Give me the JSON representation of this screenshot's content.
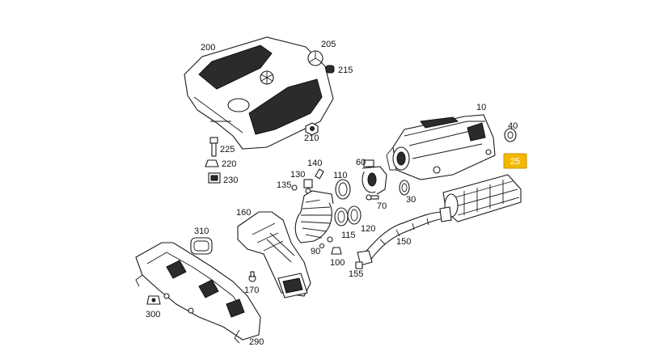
{
  "diagram": {
    "highlight_label": "25",
    "labels": {
      "p10": "10",
      "p25": "25",
      "p30": "30",
      "p40": "40",
      "p60": "60",
      "p70": "70",
      "p90": "90",
      "p100": "100",
      "p110": "110",
      "p115": "115",
      "p120": "120",
      "p130": "130",
      "p135": "135",
      "p140": "140",
      "p150": "150",
      "p155": "155",
      "p160": "160",
      "p170": "170",
      "p200": "200",
      "p205": "205",
      "p210": "210",
      "p215": "215",
      "p220": "220",
      "p225": "225",
      "p230": "230",
      "p290": "290",
      "p300": "300",
      "p310": "310"
    }
  }
}
